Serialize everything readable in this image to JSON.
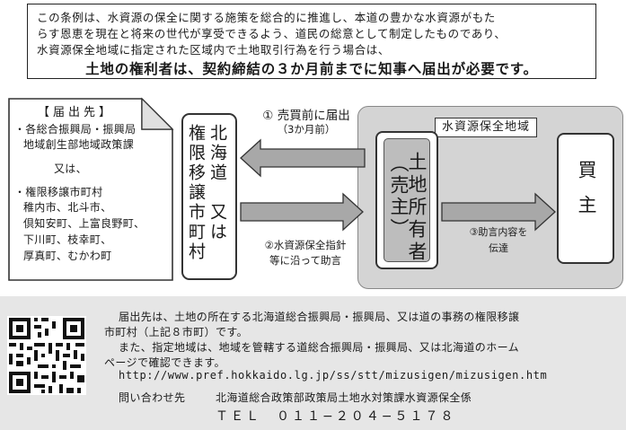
{
  "notice": {
    "line1": "この条例は、水資源の保全に関する施策を総合的に推進し、本道の豊かな水資源がもた",
    "line2": "らす恩恵を現在と将来の世代が享受できるよう、道民の総意として制定したものであり、",
    "line3": "水資源保全地域に指定された区域内で土地取引行為を行う場合は、",
    "headline": "土地の権利者は、契約締結の３か月前までに知事へ届出が必要です。"
  },
  "submission_list": {
    "title": "【届出先】",
    "item_a_line1": "・各総合振興局・振興局",
    "item_a_line2": "地域創生部地域政策課",
    "or": "又は、",
    "item_b_line1": "・権限移譲市町村",
    "item_b_line2": "稚内市、北斗市、",
    "item_b_line3": "倶知安町、上富良野町、",
    "item_b_line4": "下川町、枝幸町、",
    "item_b_line5": "厚真町、むかわ町"
  },
  "flow": {
    "municipality_line1": "北海道　又は",
    "municipality_line2": "権限移譲市町村",
    "step1": "① 売買前に届出",
    "step1_sub": "（3か月前）",
    "step2": "②水資源保全指針",
    "step2_sub": "等に沿って助言",
    "area_label": "水資源保全地域",
    "seller_line1": "土地所有者",
    "seller_line2": "（売主）",
    "step3": "③助言内容を",
    "step3_sub": "伝達",
    "buyer": "買主"
  },
  "info": {
    "line1": "届出先は、土地の所在する北海道総合振興局・振興局、又は道の事務の権限移譲",
    "line2": "市町村（上記８市町）です。",
    "line3": "また、指定地域は、地域を管轄する道総合振興局・振興局、又は北海道のホーム",
    "line4": "ページで確認できます。",
    "url": "http://www.pref.hokkaido.lg.jp/ss/stt/mizusigen/mizusigen.htm",
    "contact_label": "問い合わせ先",
    "contact_dept": "北海道総合政策部政策局土地水対策課水資源保全係",
    "tel": "ＴＥＬ　０１１−２０４−５１７８"
  },
  "colors": {
    "area_fill": "#d4d4d4",
    "seller_fill": "#bdbdbd",
    "arrow_fill": "#a8a8a8",
    "bottom_panel": "#e6e6e6"
  }
}
